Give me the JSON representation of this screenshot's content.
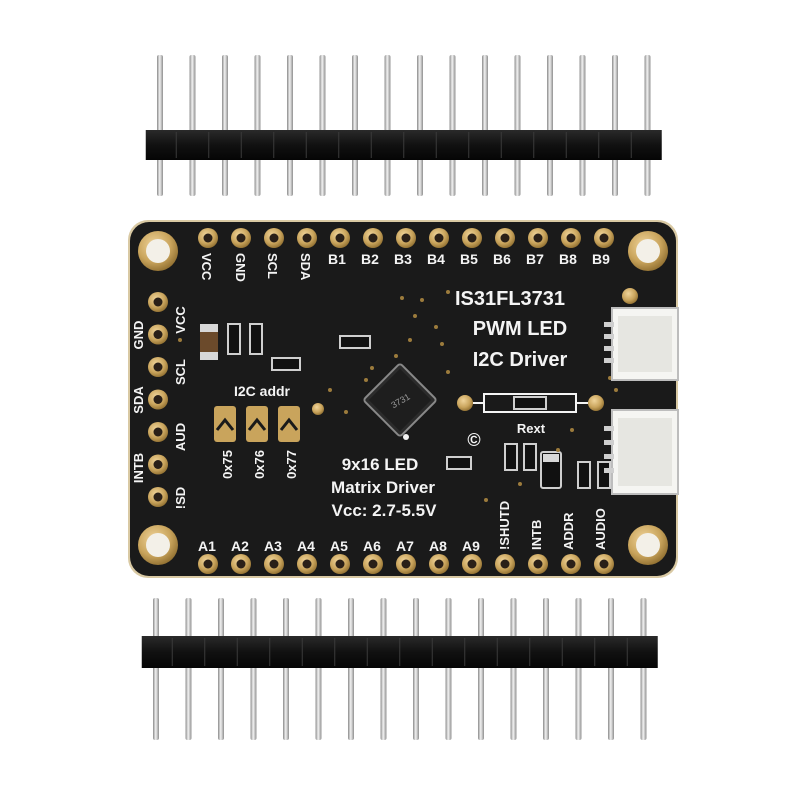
{
  "board": {
    "title_line1": "IS31FL3731",
    "title_line2": "PWM LED",
    "title_line3": "I2C Driver",
    "subtitle_line1": "9x16 LED",
    "subtitle_line2": "Matrix Driver",
    "subtitle_line3": "Vcc: 2.7-5.5V",
    "i2c_addr_label": "I2C addr",
    "rext_label": "Rext",
    "chip_marking": "3731",
    "copyright": "©",
    "addr_options": [
      "0x75",
      "0x76",
      "0x77"
    ],
    "top_pin_labels": [
      "VCC",
      "GND",
      "SCL",
      "SDA",
      "B1",
      "B2",
      "B3",
      "B4",
      "B5",
      "B6",
      "B7",
      "B8",
      "B9"
    ],
    "bottom_pin_labels": [
      "A1",
      "A2",
      "A3",
      "A4",
      "A5",
      "A6",
      "A7",
      "A8",
      "A9",
      "!SHUTD",
      "INTB",
      "ADDR",
      "AUDIO"
    ],
    "left_pin_labels": [
      "VCC",
      "GND",
      "SCL",
      "SDA",
      "AUD",
      "INTB",
      "!SD"
    ],
    "colors": {
      "pcb": "#1a1a1a",
      "silkscreen": "#f4f4f4",
      "gold": "#c9a45c",
      "header_plastic": "#151515",
      "pin_metal": "#c8c8c8"
    }
  }
}
